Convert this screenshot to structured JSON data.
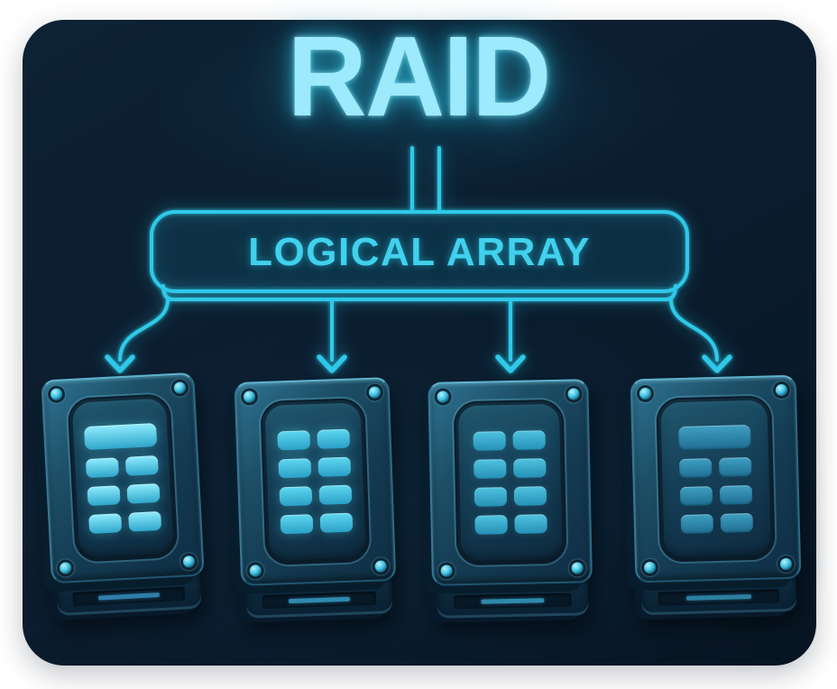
{
  "title": "RAID",
  "array_box": {
    "label": "LOGICAL ARRAY"
  },
  "colors": {
    "page_bg": "#ffffff",
    "panel_bg": "#0b1d2f",
    "connector_line": "#2ec9e9",
    "title_text": "#9deafc",
    "box_label_text": "#40d1ed"
  },
  "connections": {
    "title_to_box_lines": 2,
    "branch_arrows": 4
  },
  "drives": [
    {
      "name": "disk-1",
      "block_layout": "bar-top",
      "rows": 4,
      "cols": 2,
      "block_count": 7,
      "brightness": "bright",
      "block_top": "#8fecfd",
      "block_bottom": "#2fa6cb",
      "slot_line": "#2e7ea8"
    },
    {
      "name": "disk-2",
      "block_layout": "grid",
      "rows": 4,
      "cols": 2,
      "block_count": 8,
      "brightness": "bright",
      "block_top": "#5fd8f0",
      "block_bottom": "#2ba0c7",
      "slot_line": "#2f89ae"
    },
    {
      "name": "disk-3",
      "block_layout": "grid",
      "rows": 4,
      "cols": 2,
      "block_count": 8,
      "brightness": "medium",
      "block_top": "#4fc3e0",
      "block_bottom": "#2690b6",
      "slot_line": "#2f89ae"
    },
    {
      "name": "disk-4",
      "block_layout": "bar-top",
      "rows": 4,
      "cols": 2,
      "block_count": 7,
      "brightness": "dim",
      "block_top": "#3fa0c2",
      "block_bottom": "#1f6e92",
      "slot_line": "#2c7fa2"
    }
  ]
}
